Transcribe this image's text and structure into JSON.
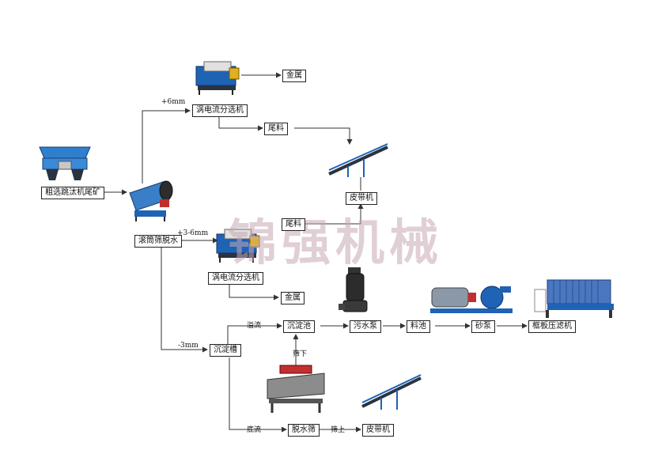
{
  "watermark": "锦强机械",
  "nodes": {
    "jig_tailings": "粗选跳汰机尾矿",
    "eddy_top": "涡电流分选机",
    "metal_top": "金属",
    "tailings_top": "尾料",
    "belt_conveyor_top": "皮带机",
    "trommel": "滚筒筛脱水",
    "tailings_mid": "尾料",
    "eddy_mid": "涡电流分选机",
    "metal_mid": "金属",
    "settling_pool": "沉淀池",
    "sewage_pump": "污水泵",
    "slurry_pool": "料池",
    "sand_pump": "砂泵",
    "filter_press": "框板压滤机",
    "settling_tank": "沉淀槽",
    "dewatering_screen": "脱水筛",
    "belt_conveyor_bottom": "皮带机"
  },
  "edge_labels": {
    "plus_6mm": "+6mm",
    "size_3_6mm": "+3-6mm",
    "minus_3mm": "-3mm",
    "overflow": "溢流",
    "undersize": "筛下",
    "underflow": "底流",
    "oversize": "筛上"
  },
  "colors": {
    "line": "#333333",
    "machine_blue": "#1f63b5",
    "machine_dark": "#2a3340",
    "watermark": "#c8a9b4"
  }
}
